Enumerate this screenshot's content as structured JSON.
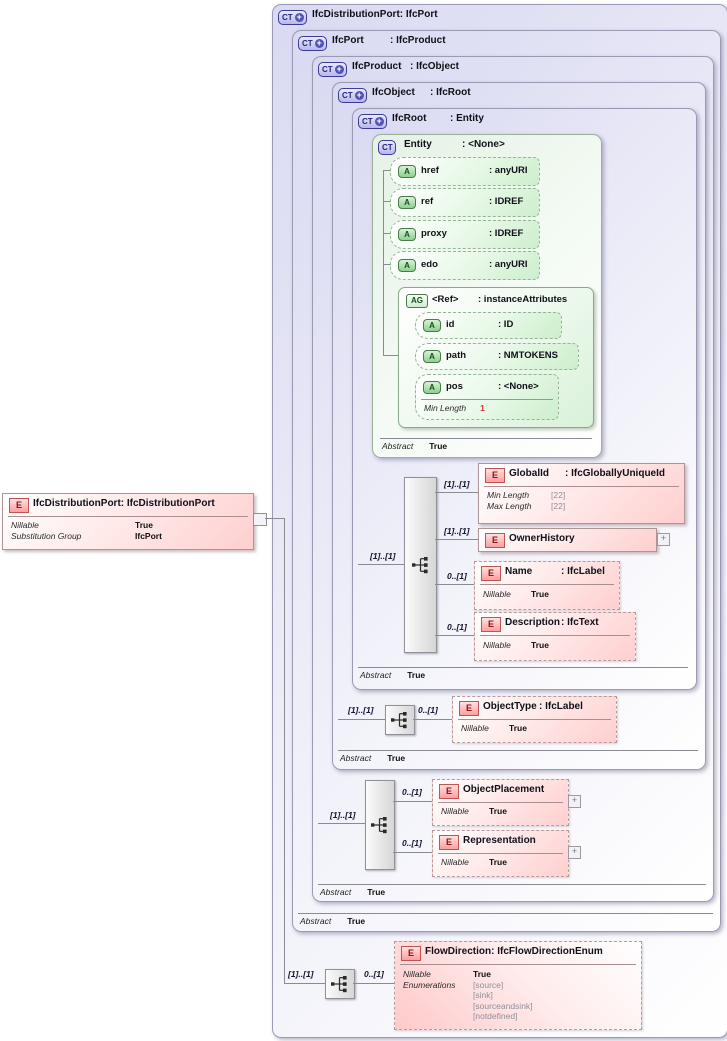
{
  "badges": {
    "ct": "CT",
    "e": "E",
    "a": "A",
    "ag": "AG",
    "plus": "+"
  },
  "left_element": {
    "name": "IfcDistributionPort",
    "type": ": IfcDistributionPort",
    "props": [
      {
        "label": "Nillable",
        "value": "True"
      },
      {
        "label": "Substitution Group",
        "value": "IfcPort"
      }
    ]
  },
  "containers": [
    {
      "name": "IfcDistributionPort",
      "type": ": IfcPort"
    },
    {
      "name": "IfcPort",
      "type": ": IfcProduct",
      "abstract_label": "Abstract",
      "abstract_value": "True"
    },
    {
      "name": "IfcProduct",
      "type": ": IfcObject",
      "abstract_label": "Abstract",
      "abstract_value": "True"
    },
    {
      "name": "IfcObject",
      "type": ": IfcRoot",
      "abstract_label": "Abstract",
      "abstract_value": "True"
    },
    {
      "name": "IfcRoot",
      "type": ": Entity",
      "abstract_label": "Abstract",
      "abstract_value": "True"
    },
    {
      "name": "Entity",
      "type": ": <None>",
      "abstract_label": "Abstract",
      "abstract_value": "True"
    }
  ],
  "entity_attributes": [
    {
      "name": "href",
      "type": ": anyURI"
    },
    {
      "name": "ref",
      "type": ": IDREF"
    },
    {
      "name": "proxy",
      "type": ": IDREF"
    },
    {
      "name": "edo",
      "type": ": anyURI"
    }
  ],
  "ref_group": {
    "name": "<Ref>",
    "type": ": instanceAttributes",
    "attributes": [
      {
        "name": "id",
        "type": ": ID"
      },
      {
        "name": "path",
        "type": ": NMTOKENS"
      },
      {
        "name": "pos",
        "type": ": <None>",
        "constraint_label": "Min Length",
        "constraint_value": "1"
      }
    ]
  },
  "elements": {
    "global_id": {
      "cardinality": "[1]..[1]",
      "name": "GlobalId",
      "type": ": IfcGloballyUniqueId",
      "props": [
        {
          "label": "Min Length",
          "value": "[22]"
        },
        {
          "label": "Max Length",
          "value": "[22]"
        }
      ]
    },
    "owner_history": {
      "cardinality": "[1]..[1]",
      "name": "OwnerHistory"
    },
    "name": {
      "cardinality": "0..[1]",
      "name": "Name",
      "type": ": IfcLabel",
      "props": [
        {
          "label": "Nillable",
          "value": "True"
        }
      ]
    },
    "description": {
      "cardinality": "0..[1]",
      "name": "Description",
      "type": ": IfcText",
      "props": [
        {
          "label": "Nillable",
          "value": "True"
        }
      ]
    },
    "object_type": {
      "cardinality": "0..[1]",
      "name": "ObjectType",
      "type": ": IfcLabel",
      "props": [
        {
          "label": "Nillable",
          "value": "True"
        }
      ]
    },
    "object_placement": {
      "cardinality": "0..[1]",
      "name": "ObjectPlacement",
      "props": [
        {
          "label": "Nillable",
          "value": "True"
        }
      ]
    },
    "representation": {
      "cardinality": "0..[1]",
      "name": "Representation",
      "props": [
        {
          "label": "Nillable",
          "value": "True"
        }
      ]
    },
    "flow_direction": {
      "cardinality": "0..[1]",
      "name": "FlowDirection",
      "type": ": IfcFlowDirectionEnum",
      "nillable_label": "Nillable",
      "nillable_value": "True",
      "enum_label": "Enumerations",
      "enums": [
        "[source]",
        "[sink]",
        "[sourceandsink]",
        "[notdefined]"
      ]
    }
  },
  "sequence_cardinalities": {
    "root": "[1]..[1]",
    "object": "[1]..[1]",
    "product": "[1]..[1]",
    "distribution_port": "[1]..[1]"
  }
}
